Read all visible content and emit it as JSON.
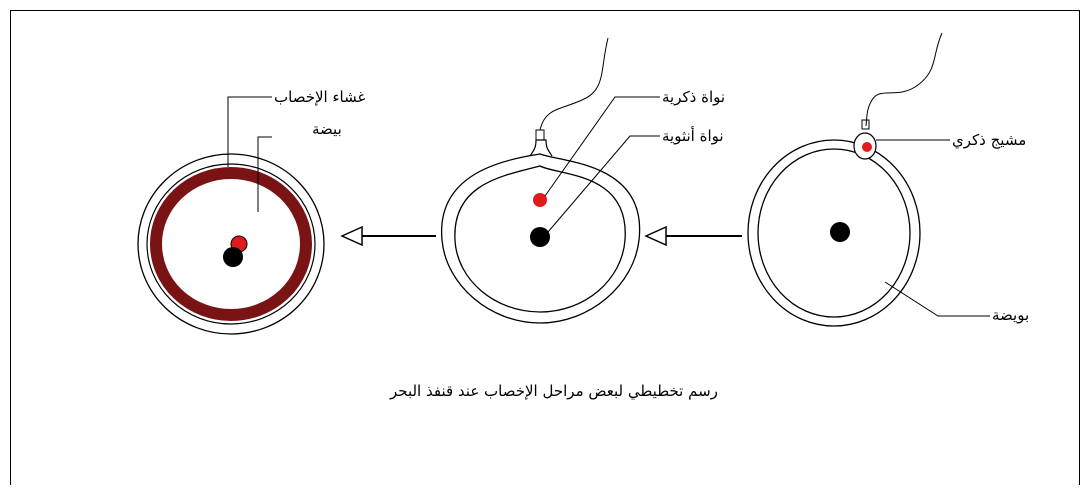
{
  "caption": "رسم تخطيطي لبعض مراحل الإخصاب عند قنفذ البحر",
  "labels": {
    "sperm": "مشيج ذكري",
    "ovum": "بويضة",
    "male_nucleus": "نواة ذكرية",
    "female_nucleus": "نواة أنثوية",
    "fertilization_membrane": "غشاء الإخصاب",
    "egg": "بيضة"
  },
  "colors": {
    "outline": "#000000",
    "nucleus": "#000000",
    "male_nucleus": "#e11b1b",
    "fertilization_membrane": "#7a1414",
    "background": "#ffffff"
  }
}
